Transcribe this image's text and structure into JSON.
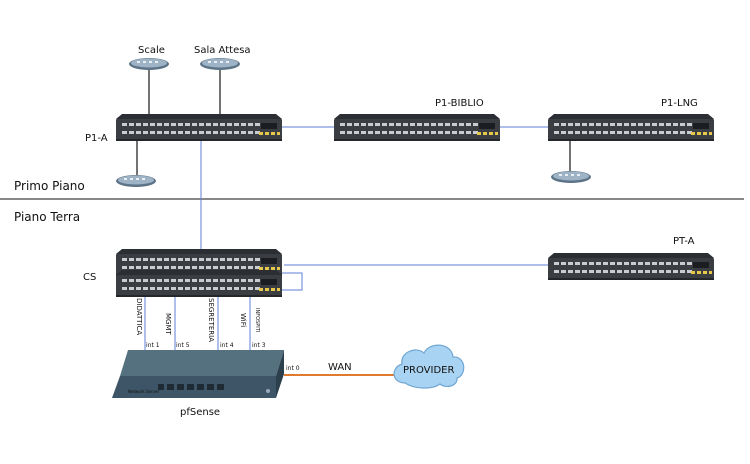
{
  "floors": {
    "upper": "Primo Piano",
    "ground": "Piano Terra"
  },
  "switches": {
    "p1a": "P1-A",
    "p1biblio": "P1-BIBLIO",
    "p1lng": "P1-LNG",
    "cs": "CS",
    "pta": "PT-A"
  },
  "access_points": {
    "scale": "Scale",
    "sala_attesa": "Sala Attesa"
  },
  "vlans": [
    {
      "name": "DIDATTICA",
      "iface": "int 1"
    },
    {
      "name": "MGMT",
      "iface": "int 5"
    },
    {
      "name": "SEGRETERIA",
      "iface": "int 4"
    },
    {
      "name": "WiFi",
      "iface": "int 3"
    },
    {
      "name": "INFOSPITI",
      "iface": ""
    }
  ],
  "firewall": {
    "name": "pfSense",
    "chassis_text": "Network  Server",
    "wan_iface": "int 0"
  },
  "wan": {
    "label": "WAN",
    "provider": "PROVIDER"
  },
  "colors": {
    "lan_link": "#5b7fd6",
    "wan_link": "#e07a2e",
    "floor_divider": "#888888",
    "switch_body": "#3a3d42",
    "cloud_fill": "#a9d3f2",
    "firewall_body": "#3d5566"
  }
}
